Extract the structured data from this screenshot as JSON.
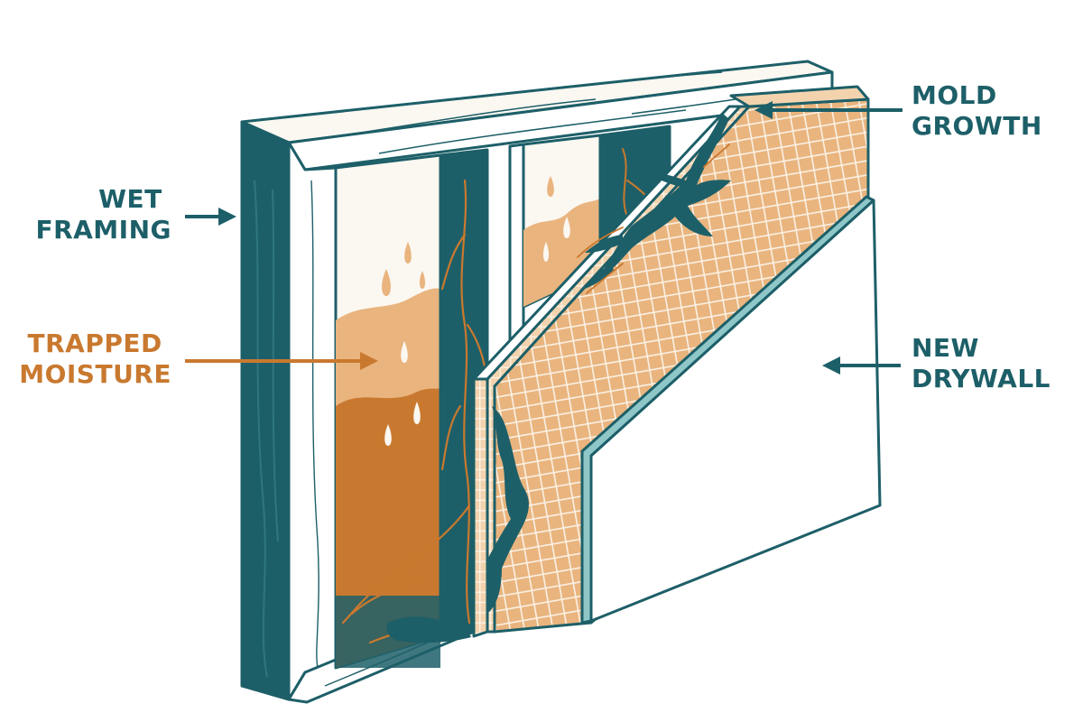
{
  "colors": {
    "teal": "#1d5f68",
    "teal_light": "#2f7680",
    "orange": "#c9792f",
    "peach": "#e9b47e",
    "peach_light": "#f0c89a",
    "cream": "#fbf7f1",
    "drywall_edge": "#8fc7c9",
    "white": "#ffffff"
  },
  "labels": {
    "wet_framing": [
      "WET",
      "FRAMING"
    ],
    "trapped_moisture": [
      "TRAPPED",
      "MOISTURE"
    ],
    "mold_growth": [
      "MOLD",
      "GROWTH"
    ],
    "new_drywall": [
      "NEW",
      "DRYWALL"
    ]
  }
}
